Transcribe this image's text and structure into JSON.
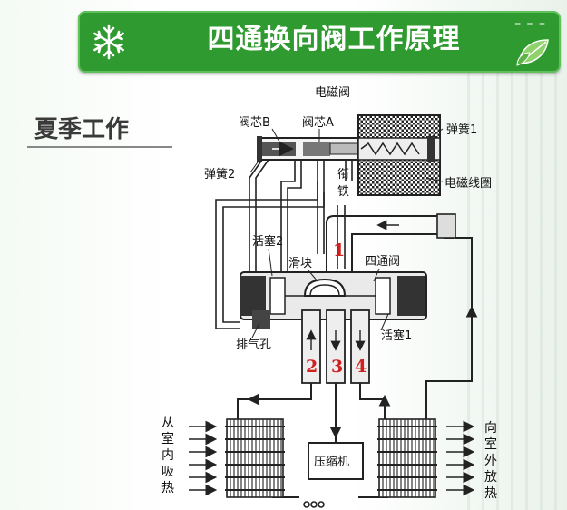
{
  "header": {
    "title": "四通换向阀工作原理",
    "dashes": "– – –"
  },
  "section": {
    "title": "夏季工作"
  },
  "diagram": {
    "solenoid_valve": "电磁阀",
    "core_b": "阀芯B",
    "core_a": "阀芯A",
    "spring1": "弹簧1",
    "spring2": "弹簧2",
    "armature": "衔\n铁",
    "armature_1": "衔",
    "armature_2": "铁",
    "coil": "电磁线圈",
    "piston2": "活塞2",
    "slider": "滑块",
    "four_way": "四通阀",
    "exhaust": "排气孔",
    "piston1": "活塞1",
    "compressor": "压缩机",
    "port1": "1",
    "port2": "2",
    "port3": "3",
    "port4": "4",
    "indoor_1": "从",
    "indoor_2": "室",
    "indoor_3": "内",
    "indoor_4": "吸",
    "indoor_5": "热",
    "outdoor_1": "向",
    "outdoor_2": "室",
    "outdoor_3": "外",
    "outdoor_4": "放",
    "outdoor_5": "热"
  },
  "colors": {
    "banner": "#2f9a2f",
    "port_numbers": "#d02020"
  }
}
